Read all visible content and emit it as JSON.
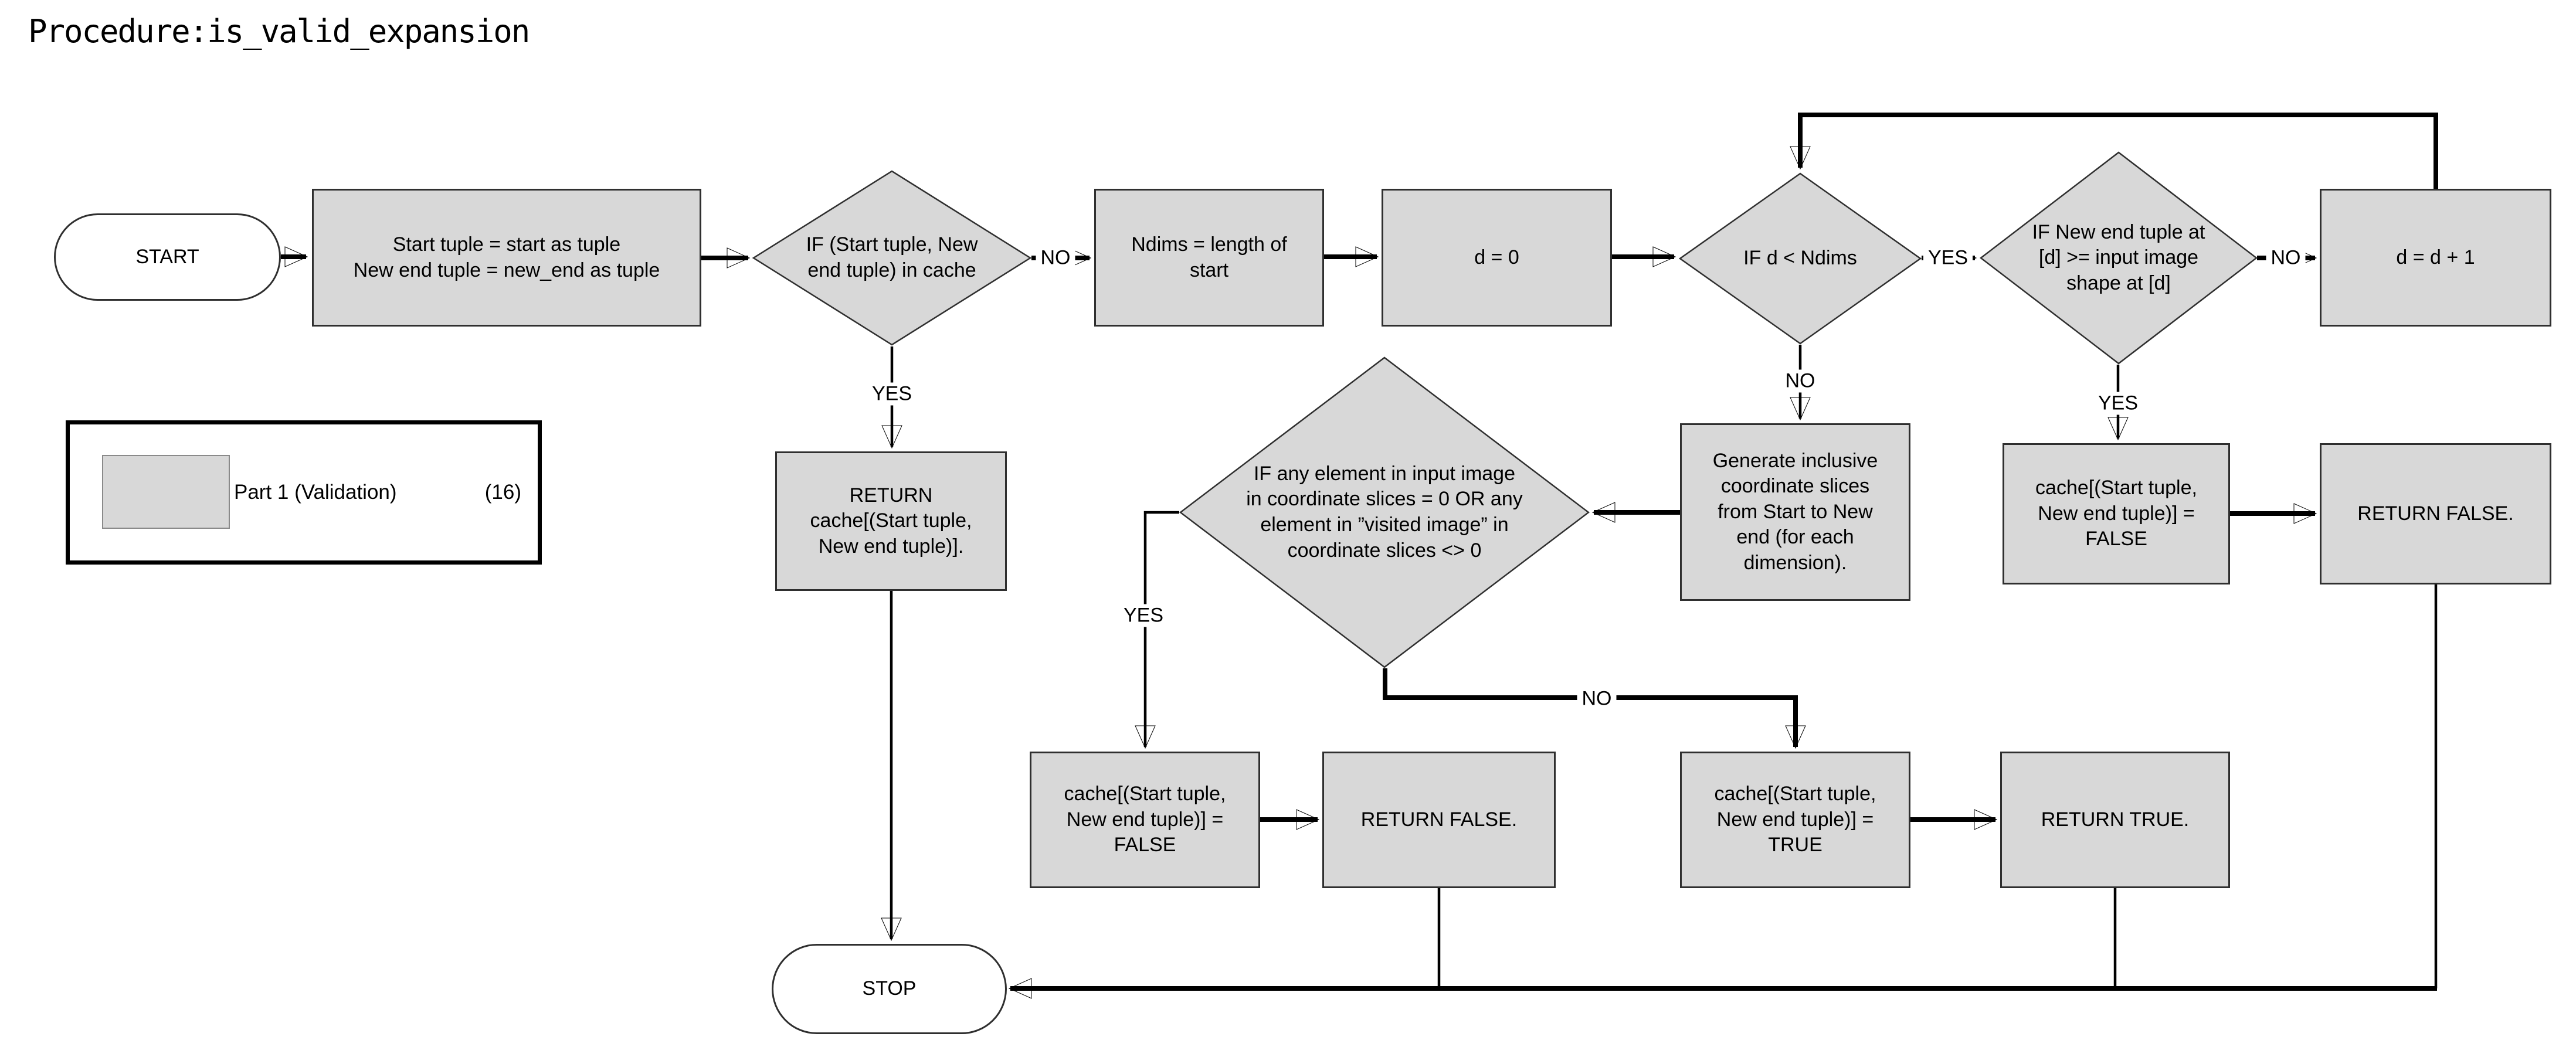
{
  "title": "Procedure:is_valid_expansion",
  "legend": {
    "label": "Part 1 (Validation)",
    "count": "(16)"
  },
  "nodes": {
    "start": {
      "label": "START"
    },
    "assign_tuples": {
      "label": "Start tuple = start as tuple\nNew end tuple = new_end as tuple"
    },
    "check_cache": {
      "label": "IF (Start tuple, New\nend tuple) in cache"
    },
    "ndims": {
      "label": "Ndims = length of\nstart"
    },
    "d_zero": {
      "label": "d = 0"
    },
    "check_d": {
      "label": "IF d < Ndims"
    },
    "check_bounds": {
      "label": "IF New end tuple at\n[d] >= input image\nshape at [d]"
    },
    "d_inc": {
      "label": "d = d + 1"
    },
    "return_cache": {
      "label": "RETURN\ncache[(Start tuple,\nNew end tuple)]."
    },
    "generate_slices": {
      "label": "Generate inclusive\ncoordinate slices\nfrom Start to New\nend (for each\ndimension)."
    },
    "check_elements": {
      "label": "IF any element in input image\nin coordinate slices = 0 OR any\nelement in ”visited image” in\ncoordinate slices <> 0"
    },
    "cache_false_left": {
      "label": "cache[(Start tuple,\nNew end tuple)] =\nFALSE"
    },
    "return_false_left": {
      "label": "RETURN FALSE."
    },
    "cache_true": {
      "label": "cache[(Start tuple,\nNew end tuple)] =\nTRUE"
    },
    "return_true": {
      "label": "RETURN TRUE."
    },
    "cache_false_right": {
      "label": "cache[(Start tuple,\nNew end tuple)] =\nFALSE"
    },
    "return_false_right": {
      "label": "RETURN FALSE."
    },
    "stop": {
      "label": "STOP"
    }
  },
  "edge_labels": {
    "cache_no": "NO",
    "cache_yes": "YES",
    "loop_yes": "YES",
    "loop_no": "NO",
    "bounds_no": "NO",
    "bounds_yes": "YES",
    "elements_yes": "YES",
    "elements_no": "NO"
  },
  "colors": {
    "node_fill": "#d8d8d8",
    "node_border": "#2f2f2f",
    "oval_fill": "#ffffff",
    "line": "#000000",
    "legend_border": "#000000",
    "swatch_border": "#8a8a8a",
    "background": "#ffffff"
  }
}
